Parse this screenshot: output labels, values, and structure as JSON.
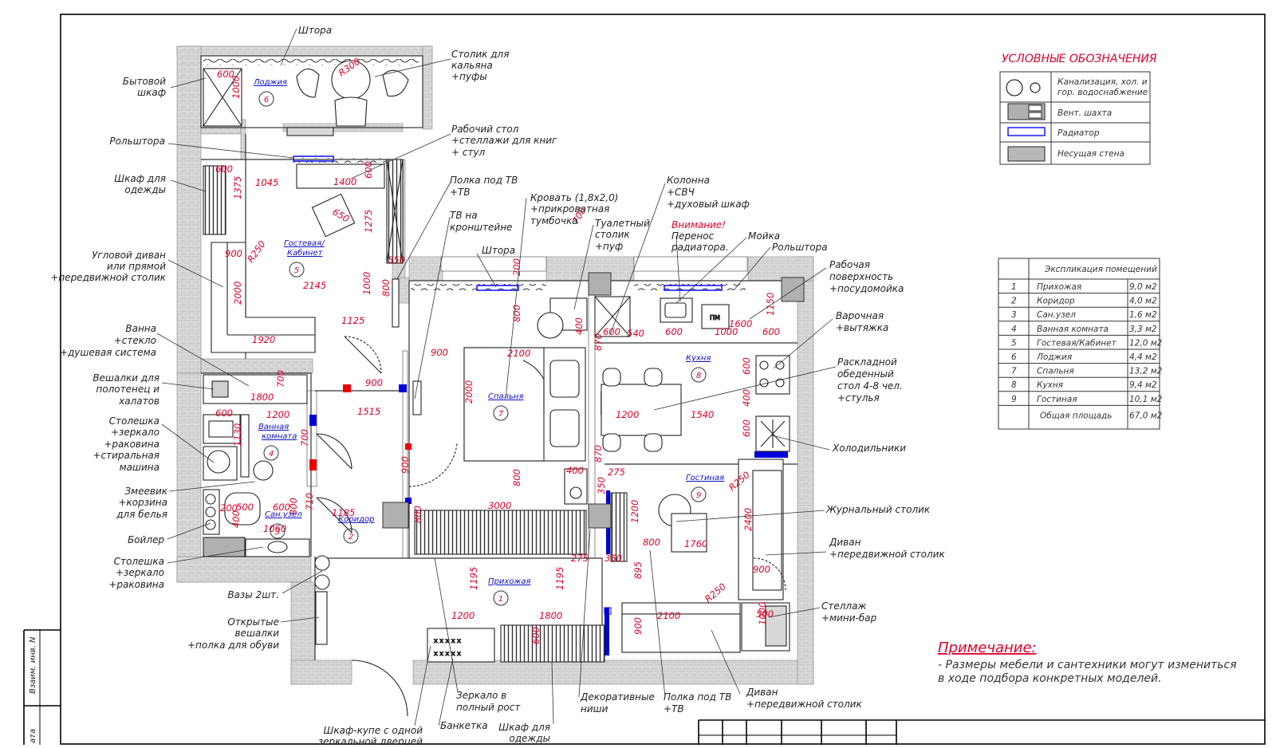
{
  "legend": {
    "title": "УСЛОВНЫЕ ОБОЗНАЧЕНИЯ",
    "items": [
      {
        "icon": "sewer-icon",
        "label_line1": "Канализация, хол. и",
        "label_line2": "гор. водоснабжение"
      },
      {
        "icon": "vent-shaft-icon",
        "label_line1": "Вент. шахта",
        "label_line2": ""
      },
      {
        "icon": "radiator-icon",
        "label_line1": "Радиатор",
        "label_line2": ""
      },
      {
        "icon": "bearing-wall-icon",
        "label_line1": "Несущая стена",
        "label_line2": ""
      }
    ]
  },
  "explication": {
    "title": "Экспликация помещений",
    "rows": [
      {
        "num": "1",
        "name": "Прихожая",
        "area": "9,0 м2"
      },
      {
        "num": "2",
        "name": "Коридор",
        "area": "4,0 м2"
      },
      {
        "num": "3",
        "name": "Сан.узел",
        "area": "1,6 м2"
      },
      {
        "num": "4",
        "name": "Ванная комната",
        "area": "3,3 м2"
      },
      {
        "num": "5",
        "name": "Гостевая/Кабинет",
        "area": "12,0 м2"
      },
      {
        "num": "6",
        "name": "Лоджия",
        "area": "4,4 м2"
      },
      {
        "num": "7",
        "name": "Спальня",
        "area": "13,2 м2"
      },
      {
        "num": "8",
        "name": "Кухня",
        "area": "9,4 м2"
      },
      {
        "num": "9",
        "name": "Гостиная",
        "area": "10,1 м2"
      }
    ],
    "total_label": "Общая площадь",
    "total_area": "67,0 м2"
  },
  "note": {
    "title": "Примечание:",
    "line1": "- Размеры мебели и сантехники могут измениться",
    "line2": "в ходе подбора конкретных моделей."
  },
  "side_stamp": {
    "label1": "Взаим. инв. N",
    "label2": "ата"
  },
  "rooms": [
    {
      "name_l1": "Лоджия",
      "name_l2": "",
      "num": "6"
    },
    {
      "name_l1": "Гостевая/",
      "name_l2": "Кабинет",
      "num": "5"
    },
    {
      "name_l1": "Ванная",
      "name_l2": "комната",
      "num": "4"
    },
    {
      "name_l1": "Сан.узел",
      "name_l2": "",
      "num": "3"
    },
    {
      "name_l1": "Коридор",
      "name_l2": "",
      "num": "2"
    },
    {
      "name_l1": "Спальня",
      "name_l2": "",
      "num": "7"
    },
    {
      "name_l1": "Кухня",
      "name_l2": "",
      "num": "8"
    },
    {
      "name_l1": "Гостиная",
      "name_l2": "",
      "num": "9"
    },
    {
      "name_l1": "Прихожая",
      "name_l2": "",
      "num": "1"
    }
  ],
  "callouts": {
    "shtora_top": "Штора",
    "bytovoy_1": "Бытовой",
    "bytovoy_2": "шкаф",
    "stolik_1": "Столик для",
    "stolik_2": "кальяна",
    "stolik_3": "+пуфы",
    "rabochiy_1": "Рабочий стол",
    "rabochiy_2": "+стеллажи для книг",
    "rabochiy_3": "+ стул",
    "rolshtora_left": "Рольштора",
    "shkaf_odezhdy_1": "Шкаф для",
    "shkaf_odezhdy_2": "одежды",
    "polka_tv_1": "Полка под ТВ",
    "polka_tv_2": "+ТВ",
    "tv_kronsht_1": "ТВ на",
    "tv_kronsht_2": "кронштейне",
    "krovat_1": "Кровать (1,8х2,0)",
    "krovat_2": "+прикроватная",
    "krovat_3": "тумбочка",
    "tualetny_1": "Туалетный",
    "tualetny_2": "столик",
    "tualetny_3": "+пуф",
    "kolonna_1": "Колонна",
    "kolonna_2": "+СВЧ",
    "kolonna_3": "+духовый шкаф",
    "vnimanie_1": "Внимание!",
    "vnimanie_2": "Перенос",
    "vnimanie_3": "радиатора.",
    "moyka": "Мойка",
    "rolshtora_right": "Рольштора",
    "shtora_mid": "Штора",
    "rabochaya_1": "Рабочая",
    "rabochaya_2": "поверхность",
    "rabochaya_3": "+посудомойка",
    "uglovoy_1": "Угловой диван",
    "uglovoy_2": "или прямой",
    "uglovoy_3": "+передвижной столик",
    "varochnaya_1": "Варочная",
    "varochnaya_2": "+вытяжка",
    "vanna_1": "Ванна",
    "vanna_2": "+стекло",
    "vanna_3": "+душевая система",
    "raskladnoy_1": "Раскладной",
    "raskladnoy_2": "обеденный",
    "raskladnoy_3": "стол 4-8 чел.",
    "raskladnoy_4": "+стулья",
    "veshalki_1": "Вешалки для",
    "veshalki_2": "полотенец и",
    "veshalki_3": "халатов",
    "stoleshka1_1": "Столешка",
    "stoleshka1_2": "+зеркало",
    "stoleshka1_3": "+раковина",
    "stoleshka1_4": "+стиральная",
    "stoleshka1_5": "машина",
    "holodilnik": "Холодильники",
    "zmeevik_1": "Змеевик",
    "zmeevik_2": "+корзина",
    "zmeevik_3": "для белья",
    "zhurnalny": "Журнальный столик",
    "boyler": "Бойлер",
    "divan_right_1": "Диван",
    "divan_right_2": "+передвижной столик",
    "stoleshka2_1": "Столешка",
    "stoleshka2_2": "+зеркало",
    "stoleshka2_3": "+раковина",
    "vazy": "Вазы 2шт.",
    "stellazh_1": "Стеллаж",
    "stellazh_2": "+мини-бар",
    "otkrytye_1": "Открытые",
    "otkrytye_2": "вешалки",
    "otkrytye_3": "+полка для обуви",
    "zerkalo_1": "Зеркало в",
    "zerkalo_2": "полный рост",
    "dekor_1": "Декоративные",
    "dekor_2": "ниши",
    "polka_tv2_1": "Полка под ТВ",
    "polka_tv2_2": "+ТВ",
    "divan_bottom_1": "Диван",
    "divan_bottom_2": "+передвижной столик",
    "shkaf_kupe_1": "Шкаф-купе с одной",
    "shkaf_kupe_2": "зеркальной дверцей",
    "banketka": "Банкетка",
    "shkaf_bottom_1": "Шкаф для",
    "shkaf_bottom_2": "одежды"
  },
  "dims": [
    "600",
    "1000",
    "R300",
    "600",
    "1375",
    "1045",
    "1400",
    "600",
    "1275",
    "550",
    "900",
    "R250",
    "2145",
    "2000",
    "1000",
    "800",
    "1125",
    "1920",
    "1800",
    "700",
    "900",
    "1515",
    "600",
    "1200",
    "1130",
    "700",
    "200",
    "500",
    "600",
    "710",
    "800",
    "400",
    "1185",
    "1060",
    "900",
    "2100",
    "2000",
    "800",
    "200",
    "800",
    "3000",
    "900",
    "600",
    "540",
    "600",
    "1000",
    "1600",
    "1150",
    "600",
    "800",
    "870",
    "600",
    "400",
    "1200",
    "1540",
    "600",
    "870",
    "400",
    "275",
    "350",
    "1200",
    "800",
    "1760",
    "R250",
    "2400",
    "275",
    "350",
    "895",
    "1195",
    "1195",
    "1200",
    "1800",
    "600",
    "2100",
    "900",
    "900",
    "500",
    "1000",
    "R250",
    "700",
    "650",
    "400"
  ],
  "misc": {
    "pm": "ПМ"
  }
}
